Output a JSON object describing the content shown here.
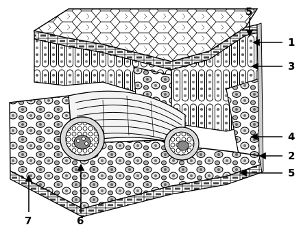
{
  "figure": {
    "labels": [
      {
        "id": "label-1",
        "text": "1"
      },
      {
        "id": "label-2",
        "text": "2"
      },
      {
        "id": "label-3",
        "text": "3"
      },
      {
        "id": "label-4",
        "text": "4"
      },
      {
        "id": "label-5-top",
        "text": "5"
      },
      {
        "id": "label-5-bottom",
        "text": "5"
      },
      {
        "id": "label-6",
        "text": "6"
      },
      {
        "id": "label-7",
        "text": "7"
      }
    ]
  },
  "colors": {
    "ink": "#000000",
    "cell_fill": "#ffffff",
    "shade_light": "#d0d0d0",
    "shade_mid": "#a8a8a8",
    "shade_dark": "#6a6a6a"
  }
}
